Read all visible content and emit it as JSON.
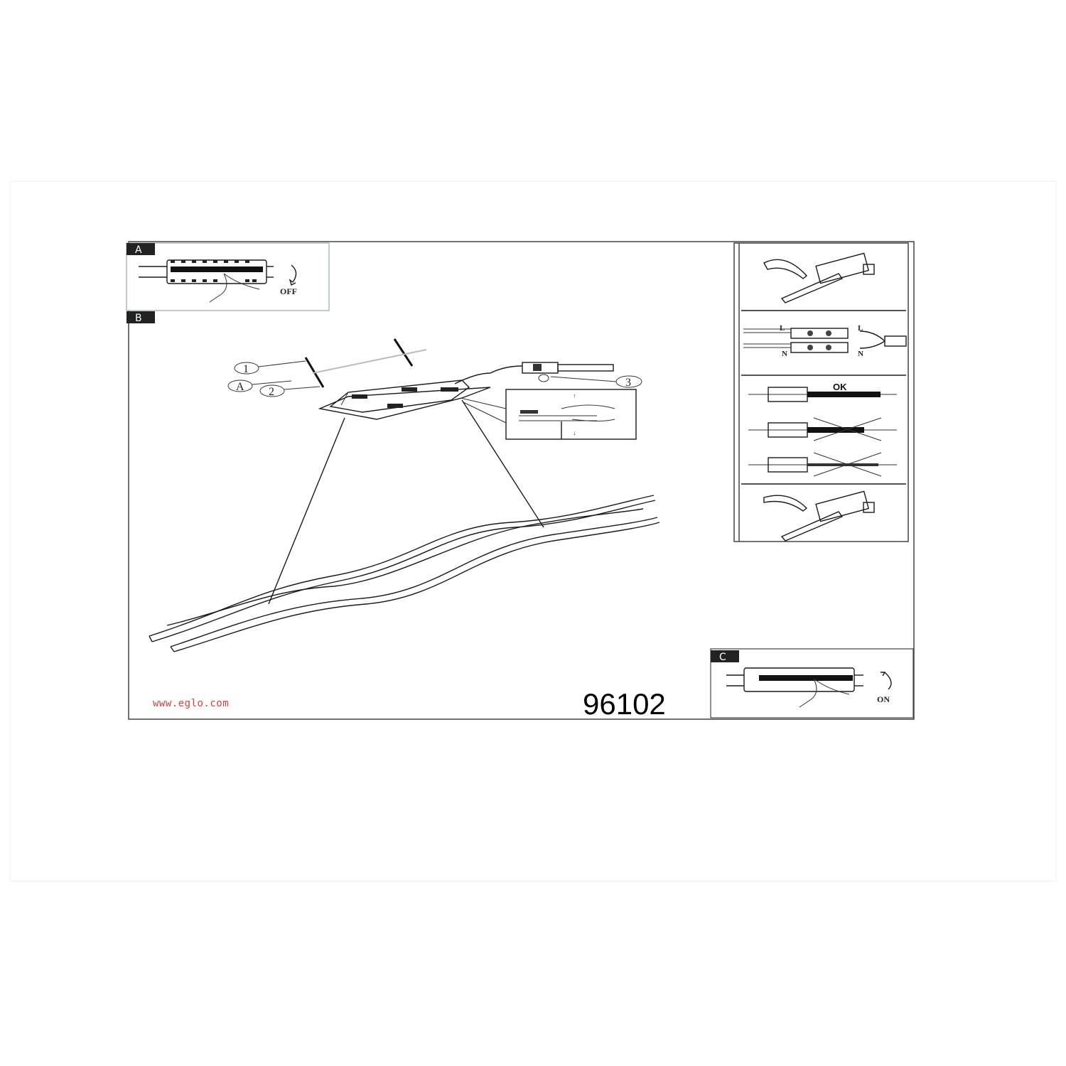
{
  "panels": {
    "a": {
      "label": "A",
      "state": "OFF"
    },
    "b": {
      "label": "B"
    },
    "c": {
      "label": "C",
      "state": "ON"
    }
  },
  "callouts": [
    "1",
    "A",
    "2",
    "3"
  ],
  "wiring": {
    "left_live": "L",
    "left_neutral": "N",
    "right_live": "L",
    "right_neutral": "N",
    "ok_label": "OK"
  },
  "footer": {
    "website": "www.eglo.com",
    "model_number": "96102"
  },
  "colors": {
    "website": "#e03a3a",
    "panel_label_bg": "#222222"
  }
}
